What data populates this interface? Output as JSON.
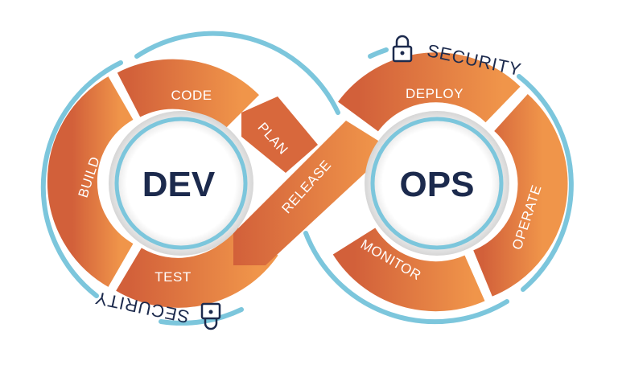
{
  "diagram": {
    "left_loop": {
      "title": "DEV",
      "stages": [
        "CODE",
        "BUILD",
        "TEST",
        "PLAN"
      ]
    },
    "right_loop": {
      "title": "OPS",
      "stages": [
        "DEPLOY",
        "OPERATE",
        "MONITOR"
      ]
    },
    "crossover": "RELEASE",
    "security_top": "SECURITY",
    "security_bottom": "SECURITY",
    "icons": [
      "lock-icon",
      "lock-icon"
    ],
    "colors": {
      "orange_dark": "#d2603a",
      "orange_light": "#f0954a",
      "blue": "#7cc6dc",
      "navy": "#1c2a4d",
      "gray": "#d9d9d9"
    }
  }
}
